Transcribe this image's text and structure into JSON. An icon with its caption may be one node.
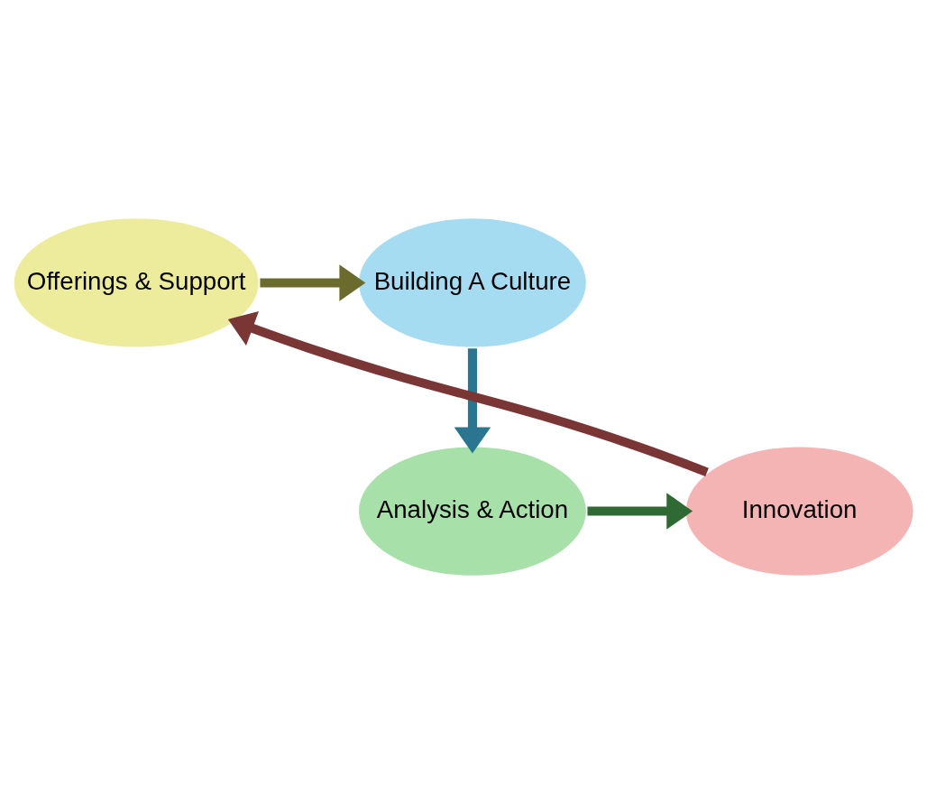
{
  "diagram": {
    "nodes": [
      {
        "text": [
          "Offerings & Support"
        ]
      },
      {
        "text": [
          "Building A Culture"
        ]
      },
      {
        "text": [
          "Analysis & Action"
        ]
      },
      {
        "text": [
          "Innovation"
        ]
      }
    ],
    "edges": [
      {
        "from": 0,
        "to": 1,
        "arrow": "to",
        "color": "#6b6b2e"
      },
      {
        "from": 1,
        "to": 2,
        "arrow": "to",
        "color": "#2a7590"
      },
      {
        "from": 2,
        "to": 3,
        "arrow": "to",
        "color": "#2f6a35"
      },
      {
        "from": 3,
        "to": 0,
        "arrow": "to",
        "color": "#7a3535"
      }
    ]
  }
}
